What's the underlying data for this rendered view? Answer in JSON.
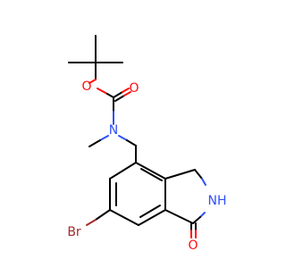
{
  "atoms": {
    "o_ester": "O",
    "o_carbonyl": "O",
    "n_amine": "N",
    "nh_lactam": "NH",
    "br": "Br",
    "o_lactam": "O"
  },
  "colors": {
    "carbon_bond": "#000000",
    "oxygen": "#ff0d0d",
    "nitrogen": "#3050f8",
    "bromine": "#a62929"
  }
}
